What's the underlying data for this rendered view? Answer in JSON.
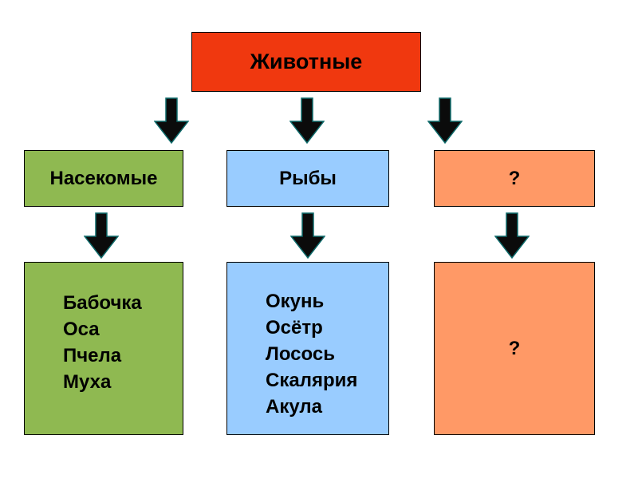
{
  "root": {
    "label": "Животные",
    "color": "#f0380f"
  },
  "categories": [
    {
      "label": "Насекомые",
      "color": "#8fb951"
    },
    {
      "label": "Рыбы",
      "color": "#99ccff"
    },
    {
      "label": "?",
      "color": "#ff9966"
    }
  ],
  "lists": [
    {
      "items": [
        "Бабочка",
        "Оса",
        "Пчела",
        "Муха"
      ],
      "color": "#8fb951"
    },
    {
      "items": [
        "Окунь",
        "Осётр",
        "Лосось",
        "Скалярия",
        "Акула"
      ],
      "color": "#99ccff"
    },
    {
      "items": [
        "?"
      ],
      "color": "#ff9966"
    }
  ],
  "arrow": {
    "name": "down-arrow",
    "fill": "#0b0b0b",
    "edge": "#0e6b6b"
  }
}
